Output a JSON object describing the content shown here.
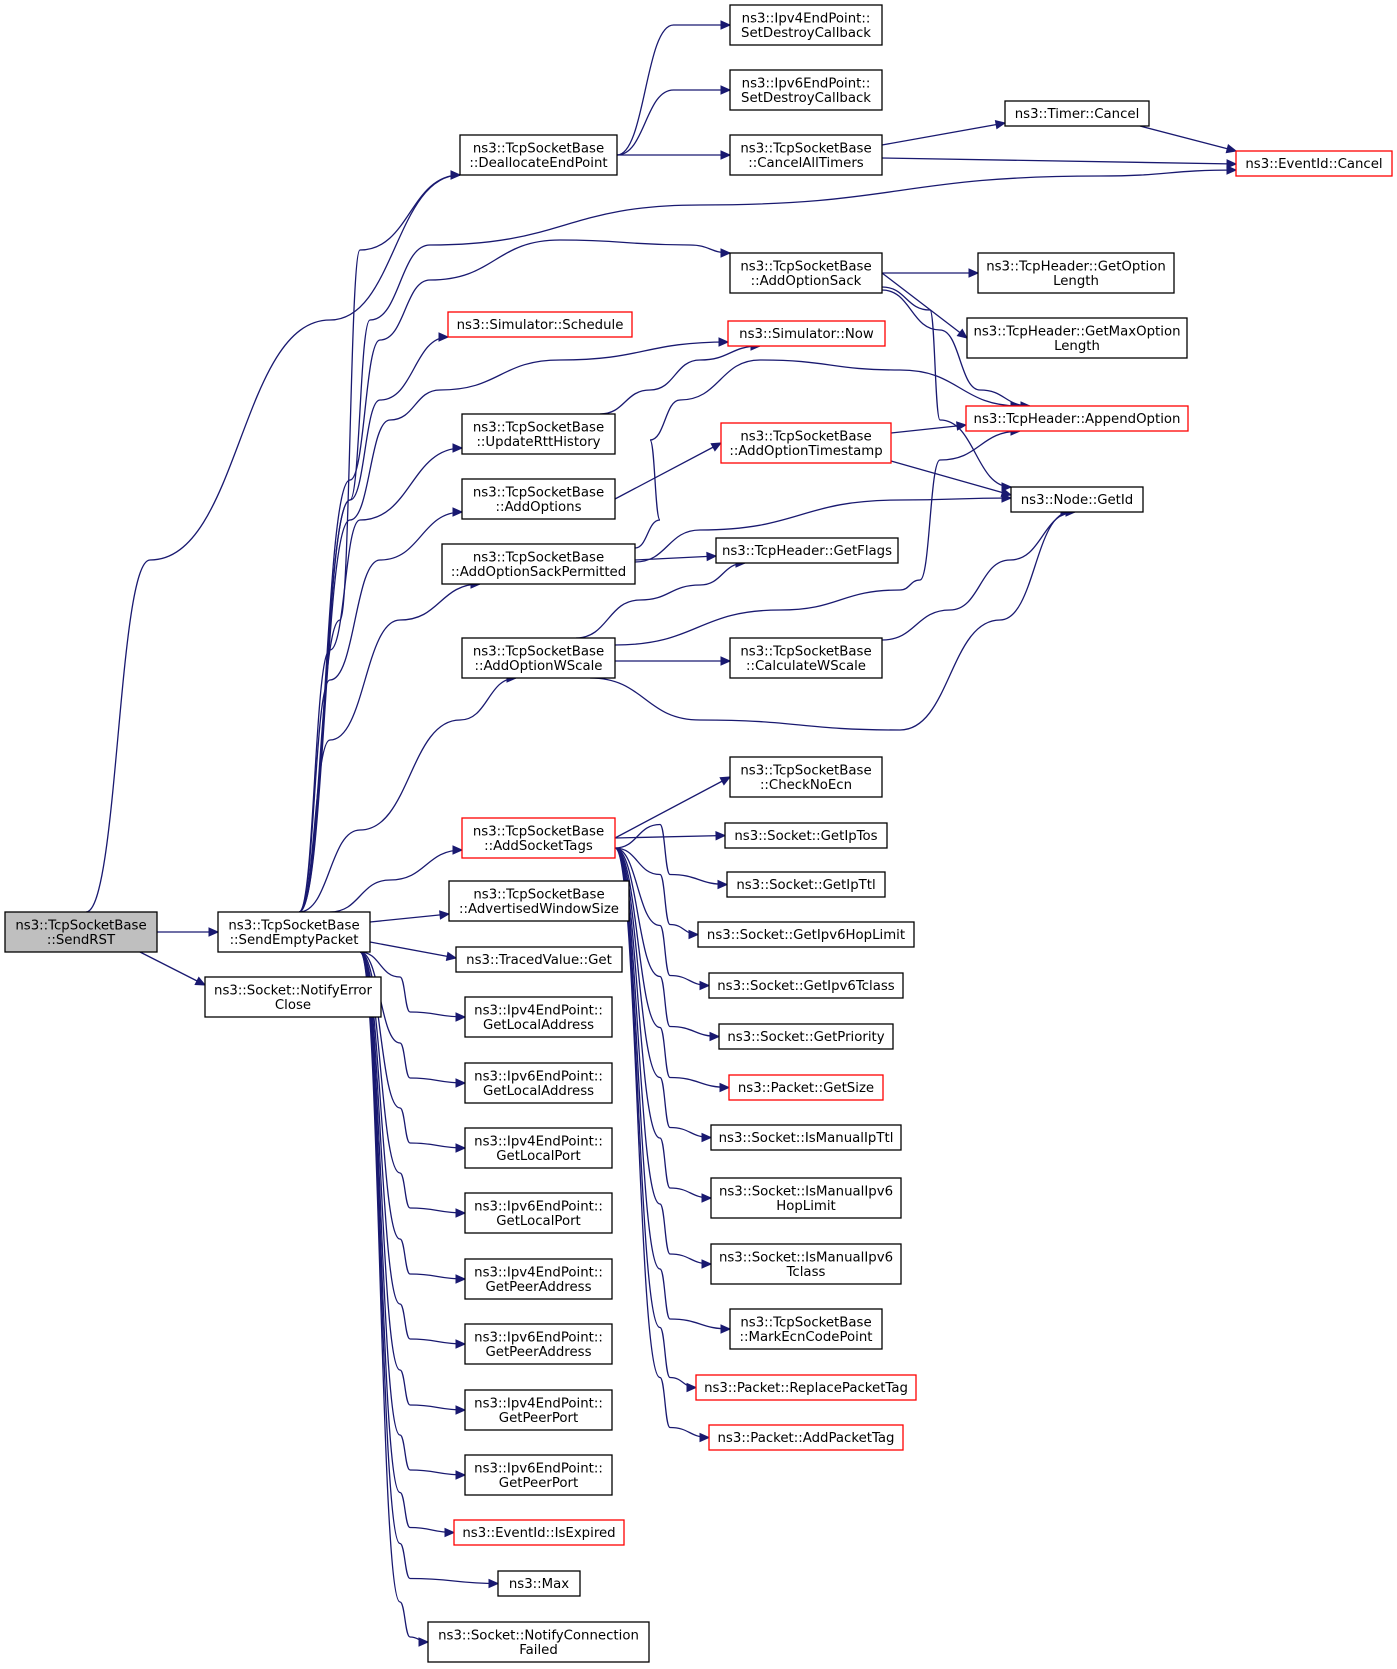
{
  "graph": {
    "colors": {
      "edge": "#191970",
      "border_default": "#000000",
      "border_truncated": "#ff0000",
      "root_fill": "#bfbfbf"
    },
    "nodes": [
      {
        "id": "n0",
        "lines": [
          "ns3::TcpSocketBase",
          "::SendRST"
        ],
        "style": "root"
      },
      {
        "id": "n1",
        "lines": [
          "ns3::TcpSocketBase",
          "::SendEmptyPacket"
        ],
        "style": "normal"
      },
      {
        "id": "n2",
        "lines": [
          "ns3::Socket::NotifyError",
          "Close"
        ],
        "style": "normal"
      },
      {
        "id": "n3",
        "lines": [
          "ns3::TcpSocketBase",
          "::DeallocateEndPoint"
        ],
        "style": "normal"
      },
      {
        "id": "n4",
        "lines": [
          "ns3::Ipv4EndPoint::",
          "SetDestroyCallback"
        ],
        "style": "normal"
      },
      {
        "id": "n5",
        "lines": [
          "ns3::Ipv6EndPoint::",
          "SetDestroyCallback"
        ],
        "style": "normal"
      },
      {
        "id": "n6",
        "lines": [
          "ns3::TcpSocketBase",
          "::CancelAllTimers"
        ],
        "style": "normal"
      },
      {
        "id": "n7",
        "lines": [
          "ns3::Timer::Cancel"
        ],
        "style": "normal"
      },
      {
        "id": "n8",
        "lines": [
          "ns3::EventId::Cancel"
        ],
        "style": "red"
      },
      {
        "id": "n9",
        "lines": [
          "ns3::TcpSocketBase",
          "::AddOptionSack"
        ],
        "style": "normal"
      },
      {
        "id": "n10",
        "lines": [
          "ns3::TcpHeader::GetOption",
          "Length"
        ],
        "style": "normal"
      },
      {
        "id": "n11",
        "lines": [
          "ns3::TcpHeader::GetMaxOption",
          "Length"
        ],
        "style": "normal"
      },
      {
        "id": "n12",
        "lines": [
          "ns3::Simulator::Schedule"
        ],
        "style": "red"
      },
      {
        "id": "n13",
        "lines": [
          "ns3::Simulator::Now"
        ],
        "style": "red"
      },
      {
        "id": "n14",
        "lines": [
          "ns3::TcpHeader::AppendOption"
        ],
        "style": "red"
      },
      {
        "id": "n15",
        "lines": [
          "ns3::TcpSocketBase",
          "::UpdateRttHistory"
        ],
        "style": "normal"
      },
      {
        "id": "n16",
        "lines": [
          "ns3::TcpSocketBase",
          "::AddOptionTimestamp"
        ],
        "style": "red"
      },
      {
        "id": "n17",
        "lines": [
          "ns3::TcpSocketBase",
          "::AddOptions"
        ],
        "style": "normal"
      },
      {
        "id": "n18",
        "lines": [
          "ns3::Node::GetId"
        ],
        "style": "normal"
      },
      {
        "id": "n19",
        "lines": [
          "ns3::TcpSocketBase",
          "::AddOptionSackPermitted"
        ],
        "style": "normal"
      },
      {
        "id": "n20",
        "lines": [
          "ns3::TcpHeader::GetFlags"
        ],
        "style": "normal"
      },
      {
        "id": "n21",
        "lines": [
          "ns3::TcpSocketBase",
          "::AddOptionWScale"
        ],
        "style": "normal"
      },
      {
        "id": "n22",
        "lines": [
          "ns3::TcpSocketBase",
          "::CalculateWScale"
        ],
        "style": "normal"
      },
      {
        "id": "n23",
        "lines": [
          "ns3::TcpSocketBase",
          "::AddSocketTags"
        ],
        "style": "red"
      },
      {
        "id": "n24",
        "lines": [
          "ns3::TcpSocketBase",
          "::CheckNoEcn"
        ],
        "style": "normal"
      },
      {
        "id": "n25",
        "lines": [
          "ns3::Socket::GetIpTos"
        ],
        "style": "normal"
      },
      {
        "id": "n26",
        "lines": [
          "ns3::Socket::GetIpTtl"
        ],
        "style": "normal"
      },
      {
        "id": "n27",
        "lines": [
          "ns3::TcpSocketBase",
          "::AdvertisedWindowSize"
        ],
        "style": "normal"
      },
      {
        "id": "n28",
        "lines": [
          "ns3::Socket::GetIpv6HopLimit"
        ],
        "style": "normal"
      },
      {
        "id": "n29",
        "lines": [
          "ns3::TracedValue::Get"
        ],
        "style": "normal"
      },
      {
        "id": "n30",
        "lines": [
          "ns3::Socket::GetIpv6Tclass"
        ],
        "style": "normal"
      },
      {
        "id": "n31",
        "lines": [
          "ns3::Ipv4EndPoint::",
          "GetLocalAddress"
        ],
        "style": "normal"
      },
      {
        "id": "n32",
        "lines": [
          "ns3::Socket::GetPriority"
        ],
        "style": "normal"
      },
      {
        "id": "n33",
        "lines": [
          "ns3::Ipv6EndPoint::",
          "GetLocalAddress"
        ],
        "style": "normal"
      },
      {
        "id": "n34",
        "lines": [
          "ns3::Packet::GetSize"
        ],
        "style": "red"
      },
      {
        "id": "n35",
        "lines": [
          "ns3::Ipv4EndPoint::",
          "GetLocalPort"
        ],
        "style": "normal"
      },
      {
        "id": "n36",
        "lines": [
          "ns3::Socket::IsManualIpTtl"
        ],
        "style": "normal"
      },
      {
        "id": "n37",
        "lines": [
          "ns3::Ipv6EndPoint::",
          "GetLocalPort"
        ],
        "style": "normal"
      },
      {
        "id": "n38",
        "lines": [
          "ns3::Socket::IsManualIpv6",
          "HopLimit"
        ],
        "style": "normal"
      },
      {
        "id": "n39",
        "lines": [
          "ns3::Ipv4EndPoint::",
          "GetPeerAddress"
        ],
        "style": "normal"
      },
      {
        "id": "n40",
        "lines": [
          "ns3::Socket::IsManualIpv6",
          "Tclass"
        ],
        "style": "normal"
      },
      {
        "id": "n41",
        "lines": [
          "ns3::Ipv6EndPoint::",
          "GetPeerAddress"
        ],
        "style": "normal"
      },
      {
        "id": "n42",
        "lines": [
          "ns3::TcpSocketBase",
          "::MarkEcnCodePoint"
        ],
        "style": "normal"
      },
      {
        "id": "n43",
        "lines": [
          "ns3::Ipv4EndPoint::",
          "GetPeerPort"
        ],
        "style": "normal"
      },
      {
        "id": "n44",
        "lines": [
          "ns3::Packet::ReplacePacketTag"
        ],
        "style": "red"
      },
      {
        "id": "n45",
        "lines": [
          "ns3::Ipv6EndPoint::",
          "GetPeerPort"
        ],
        "style": "normal"
      },
      {
        "id": "n46",
        "lines": [
          "ns3::Packet::AddPacketTag"
        ],
        "style": "red"
      },
      {
        "id": "n47",
        "lines": [
          "ns3::EventId::IsExpired"
        ],
        "style": "red"
      },
      {
        "id": "n48",
        "lines": [
          "ns3::Max"
        ],
        "style": "normal"
      },
      {
        "id": "n49",
        "lines": [
          "ns3::Socket::NotifyConnection",
          "Failed"
        ],
        "style": "normal"
      }
    ],
    "edges": [
      [
        "n0",
        "n1"
      ],
      [
        "n0",
        "n2"
      ],
      [
        "n0",
        "n3"
      ],
      [
        "n3",
        "n4"
      ],
      [
        "n3",
        "n5"
      ],
      [
        "n3",
        "n6"
      ],
      [
        "n6",
        "n7"
      ],
      [
        "n6",
        "n8"
      ],
      [
        "n7",
        "n8"
      ],
      [
        "n1",
        "n3"
      ],
      [
        "n1",
        "n8"
      ],
      [
        "n1",
        "n9"
      ],
      [
        "n1",
        "n12"
      ],
      [
        "n1",
        "n13"
      ],
      [
        "n9",
        "n10"
      ],
      [
        "n9",
        "n11"
      ],
      [
        "n9",
        "n14"
      ],
      [
        "n9",
        "n18"
      ],
      [
        "n1",
        "n15"
      ],
      [
        "n15",
        "n13"
      ],
      [
        "n1",
        "n17"
      ],
      [
        "n17",
        "n16"
      ],
      [
        "n16",
        "n14"
      ],
      [
        "n16",
        "n18"
      ],
      [
        "n1",
        "n19"
      ],
      [
        "n19",
        "n20"
      ],
      [
        "n19",
        "n14"
      ],
      [
        "n19",
        "n18"
      ],
      [
        "n1",
        "n21"
      ],
      [
        "n21",
        "n20"
      ],
      [
        "n21",
        "n14"
      ],
      [
        "n21",
        "n22"
      ],
      [
        "n21",
        "n18"
      ],
      [
        "n22",
        "n18"
      ],
      [
        "n1",
        "n23"
      ],
      [
        "n23",
        "n24"
      ],
      [
        "n23",
        "n25"
      ],
      [
        "n23",
        "n26"
      ],
      [
        "n23",
        "n28"
      ],
      [
        "n23",
        "n30"
      ],
      [
        "n23",
        "n32"
      ],
      [
        "n23",
        "n34"
      ],
      [
        "n23",
        "n36"
      ],
      [
        "n23",
        "n38"
      ],
      [
        "n23",
        "n40"
      ],
      [
        "n23",
        "n42"
      ],
      [
        "n23",
        "n44"
      ],
      [
        "n23",
        "n46"
      ],
      [
        "n1",
        "n27"
      ],
      [
        "n1",
        "n29"
      ],
      [
        "n1",
        "n31"
      ],
      [
        "n1",
        "n33"
      ],
      [
        "n1",
        "n35"
      ],
      [
        "n1",
        "n37"
      ],
      [
        "n1",
        "n39"
      ],
      [
        "n1",
        "n41"
      ],
      [
        "n1",
        "n43"
      ],
      [
        "n1",
        "n45"
      ],
      [
        "n1",
        "n47"
      ],
      [
        "n1",
        "n48"
      ],
      [
        "n1",
        "n49"
      ]
    ]
  }
}
